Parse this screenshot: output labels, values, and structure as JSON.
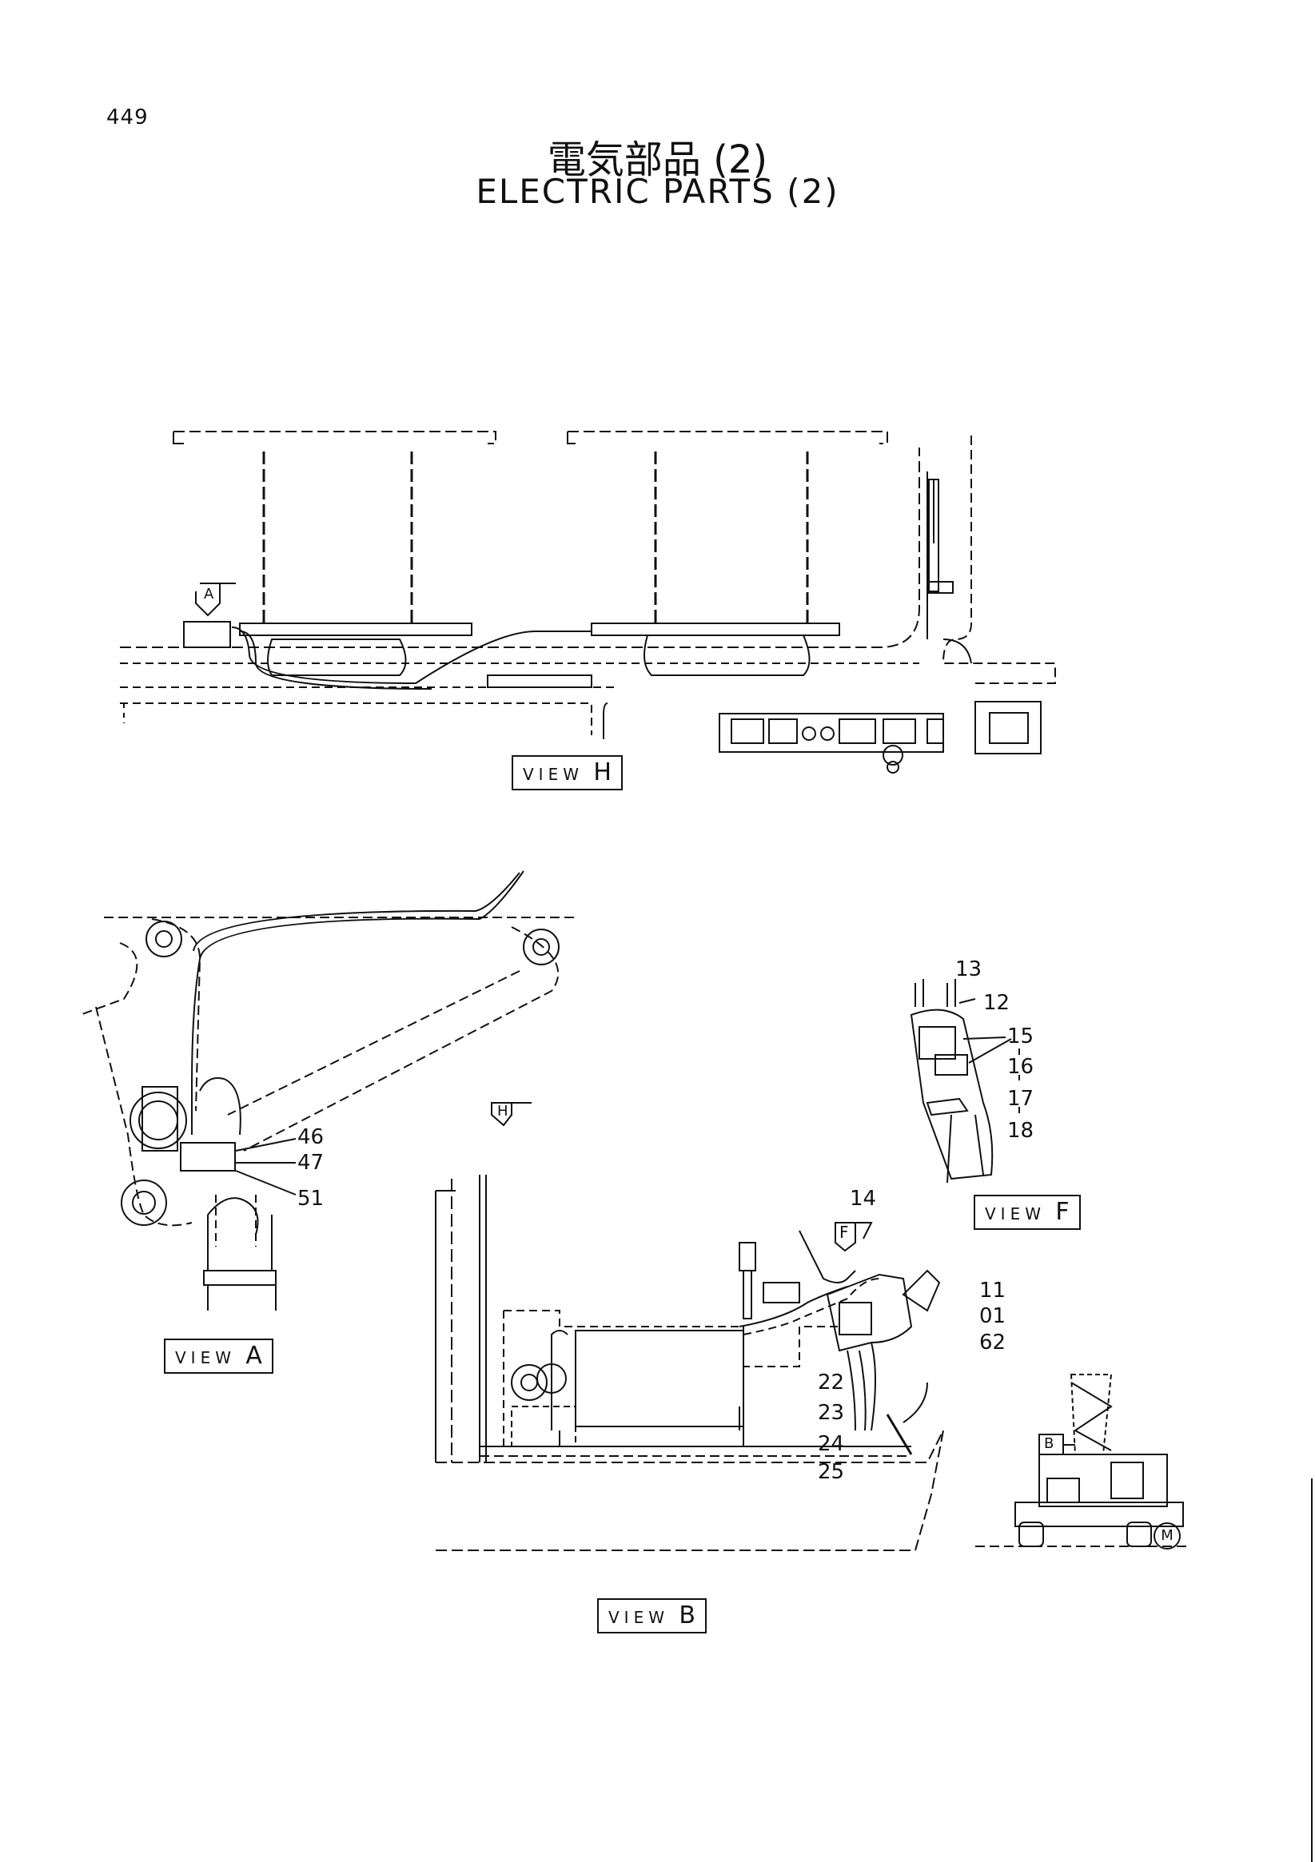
{
  "page_number": "449",
  "title_jp": "電気部品 (2)",
  "title_en": "ELECTRIC PARTS (2)",
  "views": {
    "h": {
      "prefix": "VIEW",
      "letter": "H"
    },
    "a": {
      "prefix": "VIEW",
      "letter": "A"
    },
    "f": {
      "prefix": "VIEW",
      "letter": "F"
    },
    "b": {
      "prefix": "VIEW",
      "letter": "B"
    }
  },
  "arrows": {
    "a": "A",
    "h": "H",
    "f": "F",
    "b": "B"
  },
  "callouts": {
    "c13": "13",
    "c12": "12",
    "c15": "15",
    "c16": "16",
    "c17": "17",
    "c18": "18",
    "c46": "46",
    "c47": "47",
    "c51": "51",
    "c14": "14",
    "c11": "11",
    "c01": "01",
    "c62": "62",
    "c22": "22",
    "c23": "23",
    "c24": "24",
    "c25": "25"
  },
  "corner_mark": "M"
}
